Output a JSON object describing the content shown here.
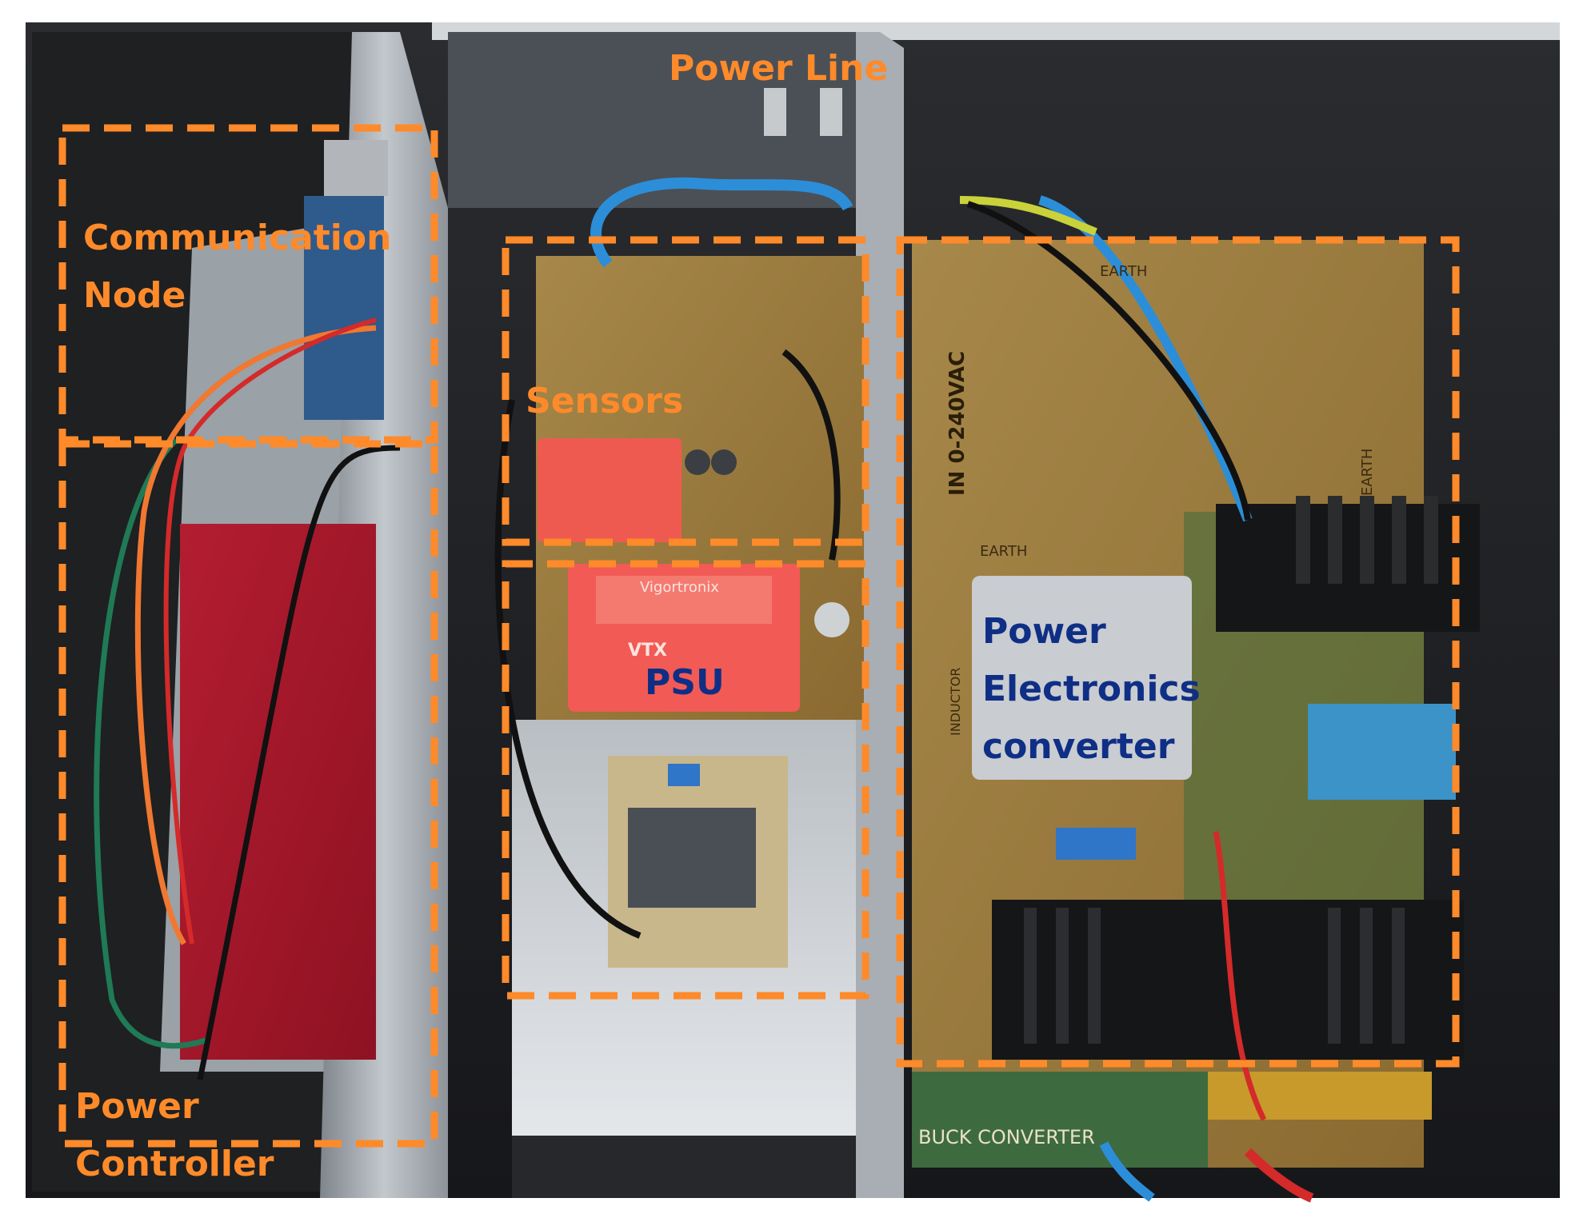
{
  "labels": {
    "power_line": "Power Line",
    "communication_node": [
      "Communication",
      "Node"
    ],
    "sensors": "Sensors",
    "psu": "PSU",
    "power_electronics_converter": [
      "Power",
      "Electronics",
      "converter"
    ],
    "power_controller": [
      "Power",
      "Controller"
    ]
  },
  "board_prints": {
    "earth_top": "EARTH",
    "earth_mid": "EARTH",
    "earth_right": "EARTH",
    "in_voltage": "IN 0-240VAC",
    "inductor": "INDUCTOR",
    "buck_converter": "BUCK CONVERTER",
    "psu_brand": "Vigortronix",
    "vtx_mark": "VTX"
  },
  "colors": {
    "annotation_box": "#ff8a2a",
    "label_orange": "#ff8a2a",
    "label_blue": "#0f2f86",
    "enclosure_dark": "#1c1d1f",
    "pcb_brown": "#9a7a3a",
    "pcb_red": "#a8172a",
    "psu_case": "#f25a55",
    "heatsink": "#151617",
    "cable_blue": "#2c8ed8"
  }
}
